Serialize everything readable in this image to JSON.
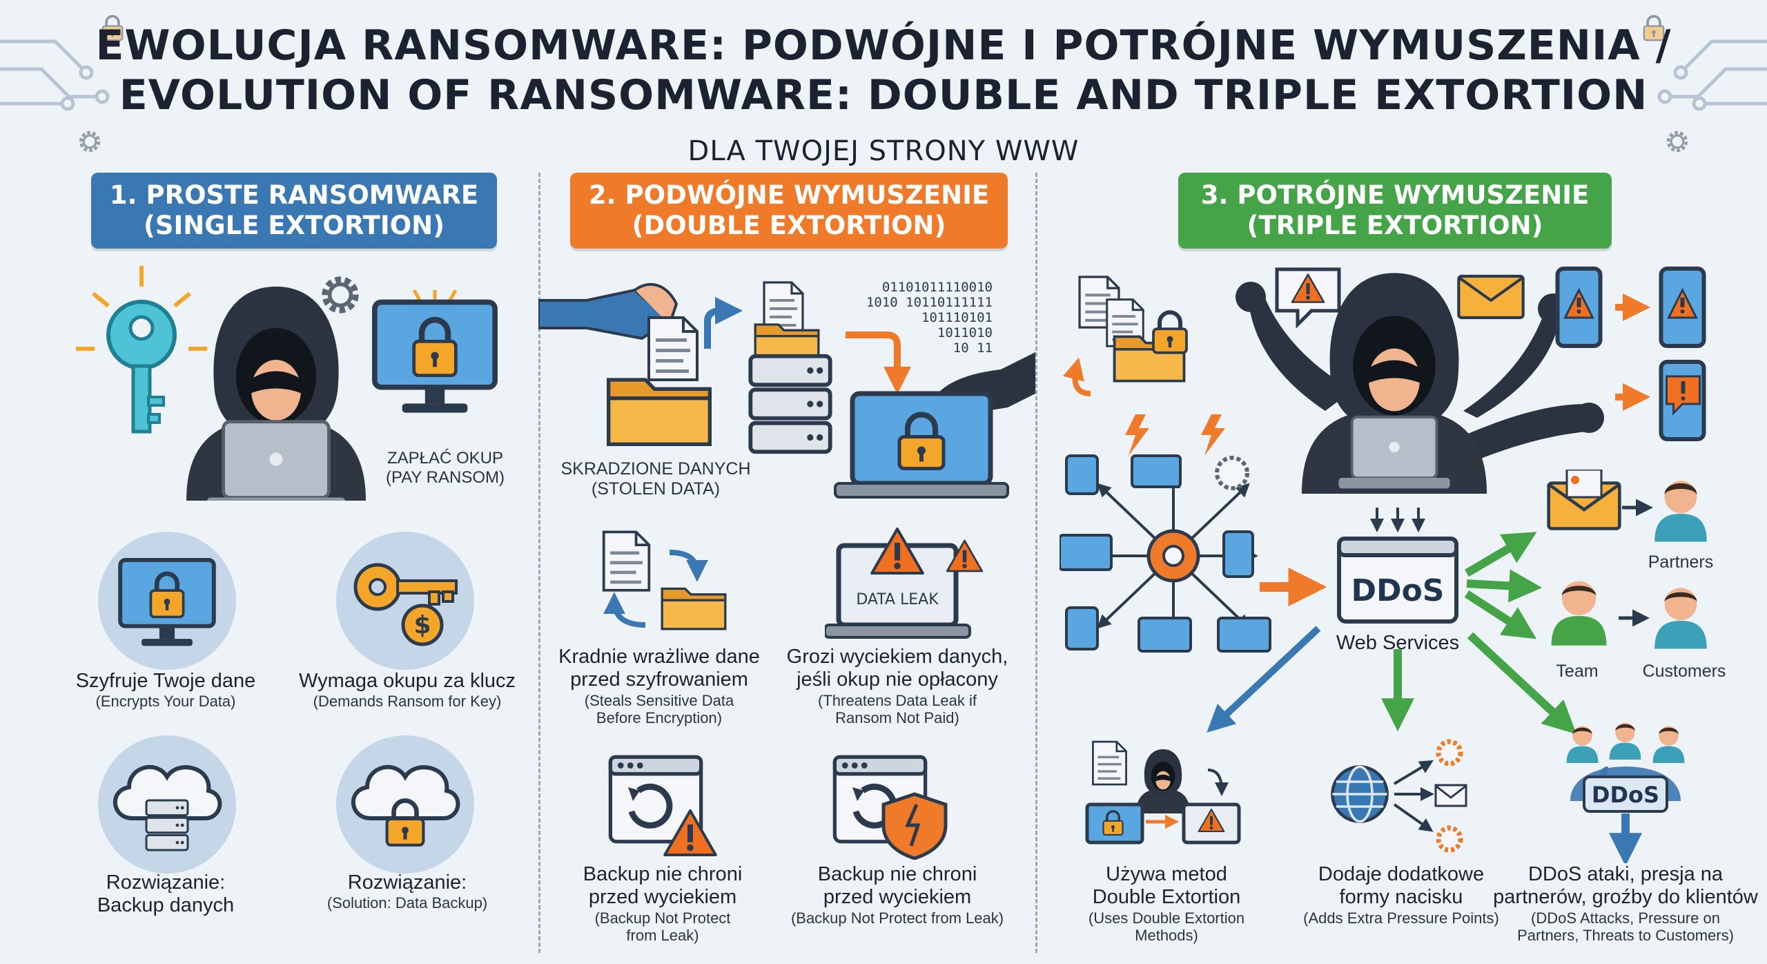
{
  "header": {
    "title_line1": "EWOLUCJA RANSOMWARE: PODWÓJNE I POTRÓJNE WYMUSZENIA /",
    "title_line2": "EVOLUTION OF RANSOMWARE: DOUBLE AND TRIPLE EXTORTION",
    "subtitle": "DLA TWOJEJ STRONY WWW"
  },
  "colors": {
    "single": "#3a78b3",
    "double": "#ef7a2a",
    "triple": "#45a447",
    "lock": "#f4a62a",
    "alert": "#f07020",
    "hood": "#2c3340"
  },
  "col1": {
    "title_line1": "1. PROSTE RANSOMWARE",
    "title_line2": "(SINGLE EXTORTION)",
    "pay_main": "ZAPŁAĆ OKUP",
    "pay_sub": "(PAY RANSOM)",
    "encrypt_main": "Szyfruje Twoje dane",
    "encrypt_sub": "(Encrypts Your Data)",
    "demand_main": "Wymaga okupu za klucz",
    "demand_sub": "(Demands Ransom for Key)",
    "solution1_line1": "Rozwiązanie:",
    "solution1_line2": "Backup danych",
    "solution2_line1": "Rozwiązanie:",
    "solution2_sub": "(Solution: Data Backup)",
    "dollar": "$"
  },
  "col2": {
    "title_line1": "2. PODWÓJNE WYMUSZENIE",
    "title_line2": "(DOUBLE EXTORTION)",
    "stolen_main": "SKRADZIONE DANYCH",
    "stolen_sub": "(STOLEN DATA)",
    "binary": [
      "01101011110010",
      "1010 10110111111",
      "101110101",
      "1011010",
      "10 11"
    ],
    "data_leak": "DATA LEAK",
    "steals_line1": "Kradnie wrażliwe dane",
    "steals_line2": "przed szyfrowaniem",
    "steals_sub1": "(Steals Sensitive Data",
    "steals_sub2": "Before Encryption)",
    "threat_line1": "Grozi wyciekiem danych,",
    "threat_line2": "jeśli okup nie opłacony",
    "threat_sub1": "(Threatens Data Leak if",
    "threat_sub2": "Ransom Not Paid)",
    "backup1_line1": "Backup nie chroni",
    "backup1_line2": "przed wyciekiem",
    "backup1_sub1": "(Backup Not Protect",
    "backup1_sub2": "from Leak)",
    "backup2_line1": "Backup nie chroni",
    "backup2_line2": "przed wyciekiem",
    "backup2_sub": "(Backup Not Protect from Leak)"
  },
  "col3": {
    "title_line1": "3. POTRÓJNE WYMUSZENIE",
    "title_line2": "(TRIPLE EXTORTION)",
    "ddos": "DDoS",
    "web_services": "Web Services",
    "partners": "Partners",
    "team": "Team",
    "customers": "Customers",
    "ddos_small": "DDoS",
    "uses_line1": "Używa metod",
    "uses_line2": "Double Extortion",
    "uses_sub1": "(Uses Double Extortion",
    "uses_sub2": "Methods)",
    "adds_line1": "Dodaje dodatkowe",
    "adds_line2": "formy nacisku",
    "adds_sub": "(Adds Extra Pressure Points)",
    "attacks_line1": "DDoS ataki, presja na",
    "attacks_line2": "partnerów, groźby do klientów",
    "attacks_sub1": "(DDoS Attacks, Pressure on",
    "attacks_sub2": "Partners, Threats to Customers)"
  }
}
